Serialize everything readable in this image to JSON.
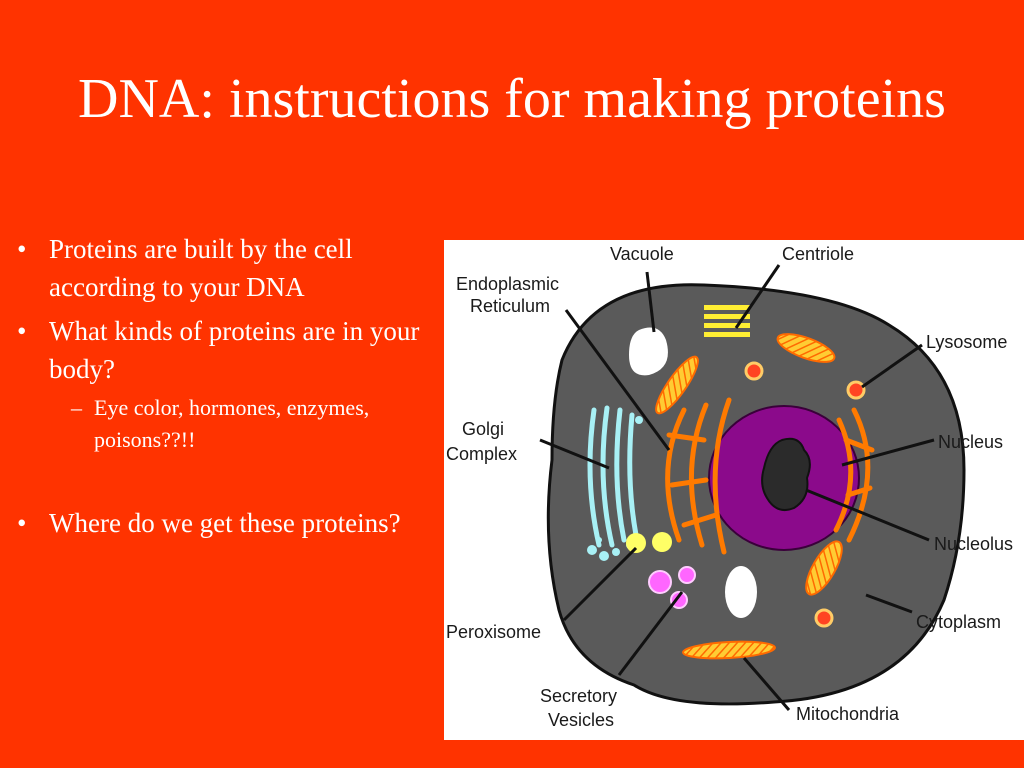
{
  "slide": {
    "title": "DNA: instructions for making proteins",
    "bullets": [
      "Proteins are built by the cell according to your DNA",
      "What kinds of proteins are in your body?",
      "Eye color, hormones, enzymes, poisons??!!",
      "Where do we get these proteins?"
    ]
  },
  "diagram": {
    "labels": {
      "vacuole": "Vacuole",
      "centriole": "Centriole",
      "er_line1": "Endoplasmic",
      "er_line2": "Reticulum",
      "lysosome": "Lysosome",
      "golgi_line1": "Golgi",
      "golgi_line2": "Complex",
      "nucleus": "Nucleus",
      "nucleolus": "Nucleolus",
      "peroxisome": "Peroxisome",
      "cytoplasm": "Cytoplasm",
      "secretory_line1": "Secretory",
      "secretory_line2": "Vesicles",
      "mitochondria": "Mitochondria"
    },
    "colors": {
      "cytoplasm": "#5a5a5a",
      "nucleus": "#8b0a8b",
      "nucleolus": "#2b2b2b",
      "er": "#ff7a00",
      "mitochondria": "#ffcc33",
      "centriole": "#ffee33",
      "lysosome": "#ff4422",
      "golgi": "#a8f0f5",
      "peroxisome": "#ffff66",
      "secretory": "#ff66ff",
      "vacuole": "#ffffff"
    }
  }
}
